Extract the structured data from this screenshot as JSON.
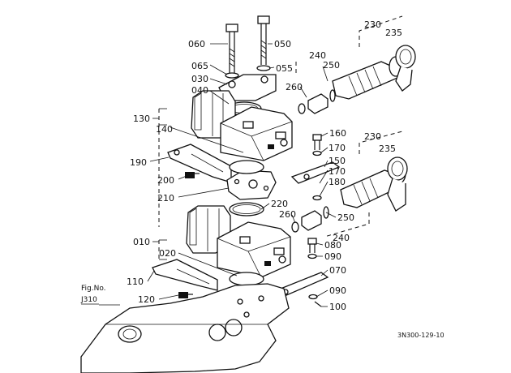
{
  "labels": {
    "p060": "060",
    "p050": "050",
    "p065": "065",
    "p055": "055",
    "p030": "030",
    "p040": "040",
    "p230a": "230",
    "p235a": "235",
    "p240a": "240",
    "p250a": "250",
    "p260a": "260",
    "p130": "130",
    "p140": "140",
    "p160": "160",
    "p170a": "170",
    "p230b": "230",
    "p235b": "235",
    "p150": "150",
    "p170b": "170",
    "p180": "180",
    "p190": "190",
    "p200": "200",
    "p210": "210",
    "p220": "220",
    "p260b": "260",
    "p250b": "250",
    "p240b": "240",
    "p010": "010",
    "p020": "020",
    "p080": "080",
    "p090a": "090",
    "p070": "070",
    "p110": "110",
    "p090b": "090",
    "p120": "120",
    "p100": "100"
  },
  "figref": {
    "line1": "Fig.No.",
    "line2": "J310"
  },
  "drawing_code": "3N300-129-10"
}
